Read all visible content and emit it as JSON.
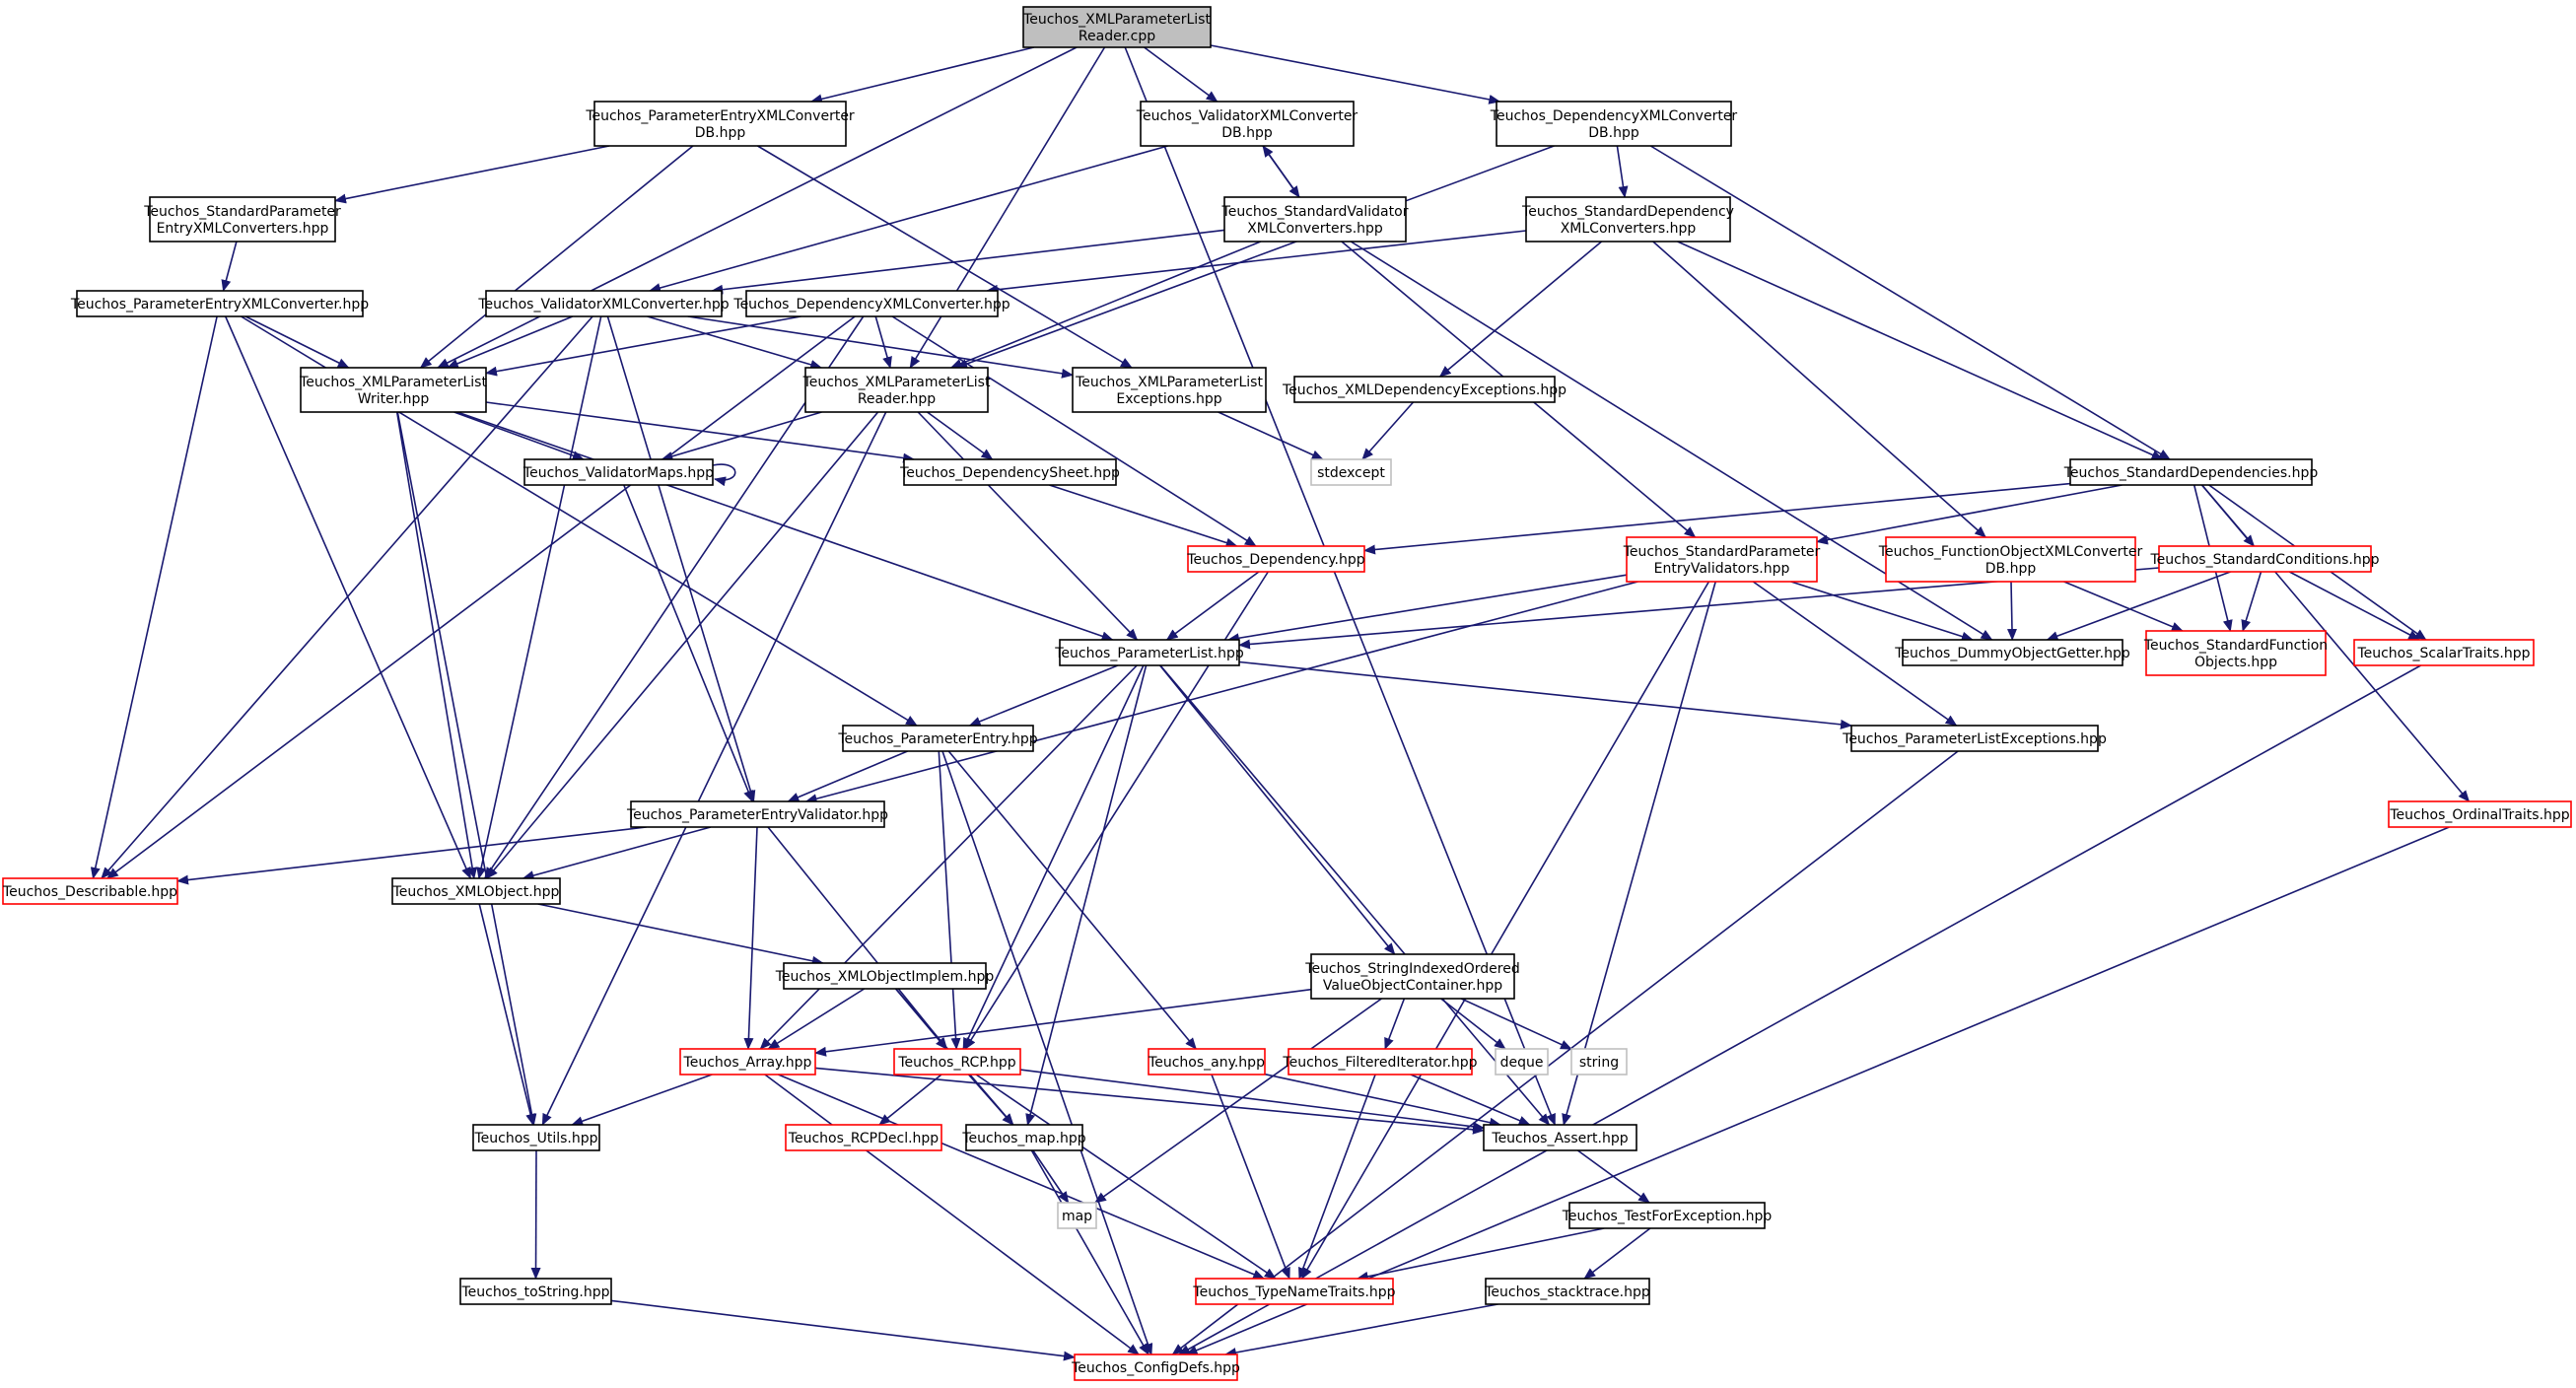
{
  "colors": {
    "edge": "#191970",
    "root_fill": "#bfbfbf",
    "node_border": "#000000",
    "incomplete_border": "#ff0000",
    "system_border": "#bfbfbf",
    "background": "#ffffff"
  },
  "nodes": [
    {
      "id": "root",
      "kind": "root",
      "lines": [
        "Teuchos_XMLParameterList",
        "Reader.cpp"
      ]
    },
    {
      "id": "pexdb",
      "kind": "normal",
      "lines": [
        "Teuchos_ParameterEntryXMLConverter",
        "DB.hpp"
      ]
    },
    {
      "id": "valxdb",
      "kind": "normal",
      "lines": [
        "Teuchos_ValidatorXMLConverter",
        "DB.hpp"
      ]
    },
    {
      "id": "depxdb",
      "kind": "normal",
      "lines": [
        "Teuchos_DependencyXMLConverter",
        "DB.hpp"
      ]
    },
    {
      "id": "stdpex",
      "kind": "normal",
      "lines": [
        "Teuchos_StandardParameter",
        "EntryXMLConverters.hpp"
      ]
    },
    {
      "id": "stdvalx",
      "kind": "normal",
      "lines": [
        "Teuchos_StandardValidator",
        "XMLConverters.hpp"
      ]
    },
    {
      "id": "stddepx",
      "kind": "normal",
      "lines": [
        "Teuchos_StandardDependency",
        "XMLConverters.hpp"
      ]
    },
    {
      "id": "pex",
      "kind": "normal",
      "lines": [
        "Teuchos_ParameterEntryXMLConverter.hpp"
      ]
    },
    {
      "id": "valx",
      "kind": "normal",
      "lines": [
        "Teuchos_ValidatorXMLConverter.hpp"
      ]
    },
    {
      "id": "depx",
      "kind": "normal",
      "lines": [
        "Teuchos_DependencyXMLConverter.hpp"
      ]
    },
    {
      "id": "xplw",
      "kind": "normal",
      "lines": [
        "Teuchos_XMLParameterList",
        "Writer.hpp"
      ]
    },
    {
      "id": "xplr",
      "kind": "normal",
      "lines": [
        "Teuchos_XMLParameterList",
        "Reader.hpp"
      ]
    },
    {
      "id": "xplex",
      "kind": "normal",
      "lines": [
        "Teuchos_XMLParameterList",
        "Exceptions.hpp"
      ]
    },
    {
      "id": "xdepex",
      "kind": "normal",
      "lines": [
        "Teuchos_XMLDependencyExceptions.hpp"
      ]
    },
    {
      "id": "valmaps",
      "kind": "normal",
      "lines": [
        "Teuchos_ValidatorMaps.hpp"
      ]
    },
    {
      "id": "depsheet",
      "kind": "normal",
      "lines": [
        "Teuchos_DependencySheet.hpp"
      ]
    },
    {
      "id": "stdexcept",
      "kind": "system",
      "lines": [
        "stdexcept"
      ]
    },
    {
      "id": "stddeps",
      "kind": "normal",
      "lines": [
        "Teuchos_StandardDependencies.hpp"
      ]
    },
    {
      "id": "dep",
      "kind": "incomplete",
      "lines": [
        "Teuchos_Dependency.hpp"
      ]
    },
    {
      "id": "stdpev",
      "kind": "incomplete",
      "lines": [
        "Teuchos_StandardParameter",
        "EntryValidators.hpp"
      ]
    },
    {
      "id": "foxdb",
      "kind": "incomplete",
      "lines": [
        "Teuchos_FunctionObjectXMLConverter",
        "DB.hpp"
      ]
    },
    {
      "id": "stdcond",
      "kind": "incomplete",
      "lines": [
        "Teuchos_StandardConditions.hpp"
      ]
    },
    {
      "id": "pl",
      "kind": "normal",
      "lines": [
        "Teuchos_ParameterList.hpp"
      ]
    },
    {
      "id": "dummy",
      "kind": "normal",
      "lines": [
        "Teuchos_DummyObjectGetter.hpp"
      ]
    },
    {
      "id": "stdfo",
      "kind": "incomplete",
      "lines": [
        "Teuchos_StandardFunction",
        "Objects.hpp"
      ]
    },
    {
      "id": "scalar",
      "kind": "incomplete",
      "lines": [
        "Teuchos_ScalarTraits.hpp"
      ]
    },
    {
      "id": "pe",
      "kind": "normal",
      "lines": [
        "Teuchos_ParameterEntry.hpp"
      ]
    },
    {
      "id": "plex",
      "kind": "normal",
      "lines": [
        "Teuchos_ParameterListExceptions.hpp"
      ]
    },
    {
      "id": "pev",
      "kind": "normal",
      "lines": [
        "Teuchos_ParameterEntryValidator.hpp"
      ]
    },
    {
      "id": "ordinal",
      "kind": "incomplete",
      "lines": [
        "Teuchos_OrdinalTraits.hpp"
      ]
    },
    {
      "id": "describ",
      "kind": "incomplete",
      "lines": [
        "Teuchos_Describable.hpp"
      ]
    },
    {
      "id": "xmlobj",
      "kind": "normal",
      "lines": [
        "Teuchos_XMLObject.hpp"
      ]
    },
    {
      "id": "sioc",
      "kind": "normal",
      "lines": [
        "Teuchos_StringIndexedOrdered",
        "ValueObjectContainer.hpp"
      ]
    },
    {
      "id": "xmlimpl",
      "kind": "normal",
      "lines": [
        "Teuchos_XMLObjectImplem.hpp"
      ]
    },
    {
      "id": "array",
      "kind": "incomplete",
      "lines": [
        "Teuchos_Array.hpp"
      ]
    },
    {
      "id": "rcp",
      "kind": "incomplete",
      "lines": [
        "Teuchos_RCP.hpp"
      ]
    },
    {
      "id": "any",
      "kind": "incomplete",
      "lines": [
        "Teuchos_any.hpp"
      ]
    },
    {
      "id": "filt",
      "kind": "incomplete",
      "lines": [
        "Teuchos_FilteredIterator.hpp"
      ]
    },
    {
      "id": "deque",
      "kind": "system",
      "lines": [
        "deque"
      ]
    },
    {
      "id": "string",
      "kind": "system",
      "lines": [
        "string"
      ]
    },
    {
      "id": "utils",
      "kind": "normal",
      "lines": [
        "Teuchos_Utils.hpp"
      ]
    },
    {
      "id": "rcpdecl",
      "kind": "incomplete",
      "lines": [
        "Teuchos_RCPDecl.hpp"
      ]
    },
    {
      "id": "map_h",
      "kind": "normal",
      "lines": [
        "Teuchos_map.hpp"
      ]
    },
    {
      "id": "assert",
      "kind": "normal",
      "lines": [
        "Teuchos_Assert.hpp"
      ]
    },
    {
      "id": "map",
      "kind": "system",
      "lines": [
        "map"
      ]
    },
    {
      "id": "tfe",
      "kind": "normal",
      "lines": [
        "Teuchos_TestForException.hpp"
      ]
    },
    {
      "id": "tostr",
      "kind": "normal",
      "lines": [
        "Teuchos_toString.hpp"
      ]
    },
    {
      "id": "tnt",
      "kind": "incomplete",
      "lines": [
        "Teuchos_TypeNameTraits.hpp"
      ]
    },
    {
      "id": "stack",
      "kind": "normal",
      "lines": [
        "Teuchos_stacktrace.hpp"
      ]
    },
    {
      "id": "config",
      "kind": "incomplete",
      "lines": [
        "Teuchos_ConfigDefs.hpp"
      ]
    }
  ],
  "edges": [
    [
      "root",
      "pexdb"
    ],
    [
      "root",
      "valxdb"
    ],
    [
      "root",
      "depxdb"
    ],
    [
      "root",
      "xplw"
    ],
    [
      "root",
      "xplr"
    ],
    [
      "root",
      "assert"
    ],
    [
      "pexdb",
      "stdpex"
    ],
    [
      "pexdb",
      "xplw"
    ],
    [
      "pexdb",
      "xplex"
    ],
    [
      "valxdb",
      "stdvalx"
    ],
    [
      "valxdb",
      "valx"
    ],
    [
      "stdvalx",
      "valxdb"
    ],
    [
      "stdvalx",
      "valx"
    ],
    [
      "stdvalx",
      "xplr"
    ],
    [
      "stdvalx",
      "stdpev"
    ],
    [
      "stdvalx",
      "dummy"
    ],
    [
      "depxdb",
      "stddepx"
    ],
    [
      "depxdb",
      "stddeps"
    ],
    [
      "depxdb",
      "xplr"
    ],
    [
      "stddepx",
      "depx"
    ],
    [
      "stddepx",
      "xdepex"
    ],
    [
      "stddepx",
      "stddeps"
    ],
    [
      "stddepx",
      "foxdb"
    ],
    [
      "stdpex",
      "pex"
    ],
    [
      "pex",
      "xplw"
    ],
    [
      "pex",
      "describ"
    ],
    [
      "pex",
      "xmlobj"
    ],
    [
      "pex",
      "pe"
    ],
    [
      "valx",
      "xplw"
    ],
    [
      "valx",
      "xplr"
    ],
    [
      "valx",
      "xplex"
    ],
    [
      "valx",
      "xmlobj"
    ],
    [
      "valx",
      "pev"
    ],
    [
      "valx",
      "describ"
    ],
    [
      "depx",
      "xplw"
    ],
    [
      "depx",
      "xplr"
    ],
    [
      "depx",
      "xmlobj"
    ],
    [
      "depx",
      "dep"
    ],
    [
      "depx",
      "describ"
    ],
    [
      "xplw",
      "valmaps"
    ],
    [
      "xplw",
      "depsheet"
    ],
    [
      "xplw",
      "pl"
    ],
    [
      "xplw",
      "xmlobj"
    ],
    [
      "xplw",
      "utils"
    ],
    [
      "xplr",
      "valmaps"
    ],
    [
      "xplr",
      "depsheet"
    ],
    [
      "xplr",
      "pl"
    ],
    [
      "xplr",
      "xmlobj"
    ],
    [
      "xplr",
      "utils"
    ],
    [
      "xplex",
      "stdexcept"
    ],
    [
      "xdepex",
      "stdexcept"
    ],
    [
      "valmaps",
      "valmaps"
    ],
    [
      "valmaps",
      "pev"
    ],
    [
      "depsheet",
      "dep"
    ],
    [
      "stddeps",
      "dep"
    ],
    [
      "stddeps",
      "stdpev"
    ],
    [
      "stddeps",
      "stdcond"
    ],
    [
      "stddeps",
      "stdfo"
    ],
    [
      "stddeps",
      "scalar"
    ],
    [
      "stddeps",
      "ordinal"
    ],
    [
      "dep",
      "pl"
    ],
    [
      "dep",
      "rcp"
    ],
    [
      "stdpev",
      "pl"
    ],
    [
      "stdpev",
      "dummy"
    ],
    [
      "stdpev",
      "pev"
    ],
    [
      "stdpev",
      "plex"
    ],
    [
      "stdpev",
      "assert"
    ],
    [
      "stdpev",
      "tnt"
    ],
    [
      "foxdb",
      "dummy"
    ],
    [
      "foxdb",
      "stdfo"
    ],
    [
      "stdcond",
      "pl"
    ],
    [
      "stdcond",
      "dummy"
    ],
    [
      "stdcond",
      "stdfo"
    ],
    [
      "stdcond",
      "scalar"
    ],
    [
      "pl",
      "pe"
    ],
    [
      "pl",
      "plex"
    ],
    [
      "pl",
      "sioc"
    ],
    [
      "pl",
      "array"
    ],
    [
      "pl",
      "rcp"
    ],
    [
      "pl",
      "map_h"
    ],
    [
      "pl",
      "assert"
    ],
    [
      "pe",
      "pev"
    ],
    [
      "pe",
      "rcp"
    ],
    [
      "pe",
      "any"
    ],
    [
      "pe",
      "config"
    ],
    [
      "pev",
      "describ"
    ],
    [
      "pev",
      "xmlobj"
    ],
    [
      "pev",
      "array"
    ],
    [
      "pev",
      "rcp"
    ],
    [
      "plex",
      "config"
    ],
    [
      "scalar",
      "config"
    ],
    [
      "ordinal",
      "config"
    ],
    [
      "xmlobj",
      "xmlimpl"
    ],
    [
      "xmlobj",
      "utils"
    ],
    [
      "xmlimpl",
      "array"
    ],
    [
      "xmlimpl",
      "rcp"
    ],
    [
      "xmlimpl",
      "map_h"
    ],
    [
      "sioc",
      "array"
    ],
    [
      "sioc",
      "filt"
    ],
    [
      "sioc",
      "deque"
    ],
    [
      "sioc",
      "string"
    ],
    [
      "sioc",
      "map"
    ],
    [
      "array",
      "utils"
    ],
    [
      "array",
      "assert"
    ],
    [
      "array",
      "tnt"
    ],
    [
      "array",
      "config"
    ],
    [
      "rcp",
      "rcpdecl"
    ],
    [
      "rcp",
      "map_h"
    ],
    [
      "rcp",
      "assert"
    ],
    [
      "rcp",
      "tnt"
    ],
    [
      "any",
      "assert"
    ],
    [
      "any",
      "tnt"
    ],
    [
      "filt",
      "assert"
    ],
    [
      "filt",
      "tnt"
    ],
    [
      "utils",
      "tostr"
    ],
    [
      "map_h",
      "map"
    ],
    [
      "map_h",
      "config"
    ],
    [
      "assert",
      "tfe"
    ],
    [
      "tfe",
      "tnt"
    ],
    [
      "tfe",
      "stack"
    ],
    [
      "tostr",
      "config"
    ],
    [
      "stack",
      "config"
    ]
  ]
}
